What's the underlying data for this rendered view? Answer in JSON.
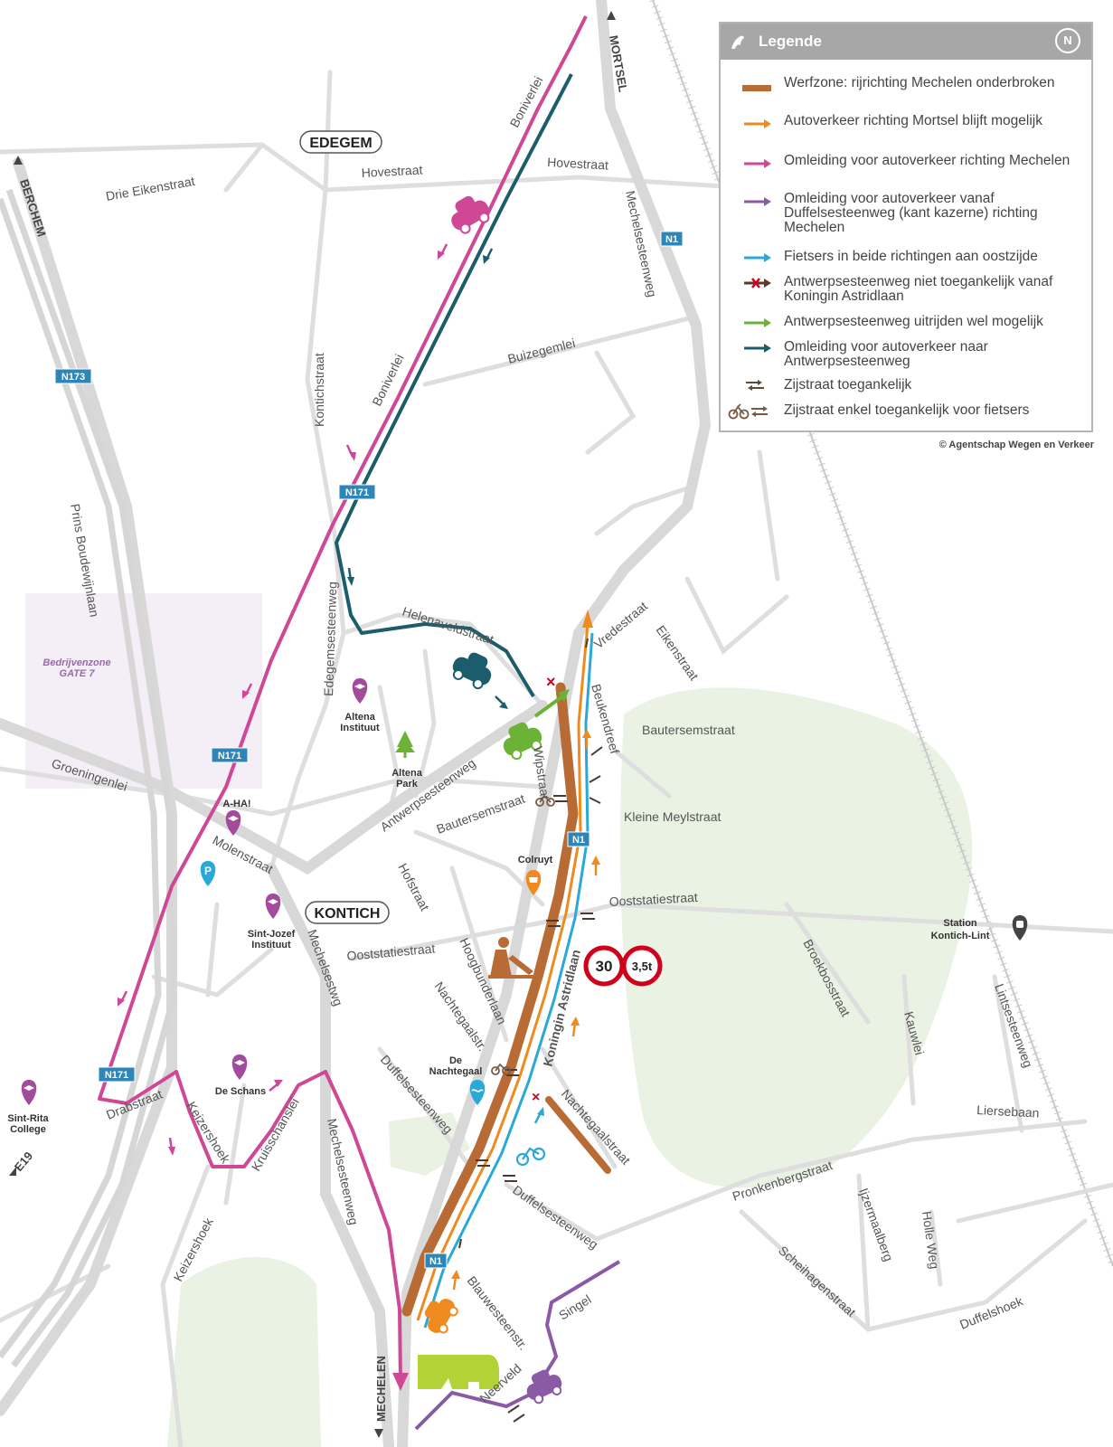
{
  "colors": {
    "worksite": "#b86b35",
    "car_to_mortsel": "#ef8a1e",
    "detour_to_mechelen": "#cf4896",
    "detour_from_duffel": "#8a5aa6",
    "cyclists": "#2aa8d8",
    "no_access": "#5a3a2a",
    "exit_possible": "#6ab336",
    "detour_to_antwerpsesteenweg": "#1b5d6a",
    "side_street": "#5a4a3a",
    "road": "#dcdcdc",
    "park": "#e9f2e3",
    "zone": "#f4eef6"
  },
  "legend": {
    "title": "Legende",
    "north": "N",
    "items": [
      {
        "label": "Werfzone: rijrichting Mechelen onderbroken",
        "symbol": "bar-worksite"
      },
      {
        "label": "Autoverkeer richting Mortsel blijft mogelijk",
        "symbol": "arrow-orange"
      },
      {
        "label": "Omleiding voor autoverkeer richting Mechelen",
        "symbol": "arrow-magenta"
      },
      {
        "label": "Omleiding voor autoverkeer vanaf Duffelsesteenweg (kant kazerne) richting Mechelen",
        "symbol": "arrow-purple"
      },
      {
        "label": "Fietsers in beide richtingen aan oostzijde",
        "symbol": "arrow-cyan"
      },
      {
        "label": "Antwerpsesteenweg niet toegankelijk vanaf Koningin Astridlaan",
        "symbol": "arrow-cross"
      },
      {
        "label": "Antwerpsesteenweg uitrijden wel mogelijk",
        "symbol": "arrow-green"
      },
      {
        "label": "Omleiding voor autoverkeer naar Antwerpsesteenweg",
        "symbol": "arrow-teal"
      },
      {
        "label": "Zijstraat toegankelijk",
        "symbol": "two-way-arrows"
      },
      {
        "label": "Zijstraat enkel toegankelijk voor fietsers",
        "symbol": "bike-two-way"
      }
    ]
  },
  "credit": "© Agentschap Wegen en Verkeer",
  "directions": {
    "mortsel": "MORTSEL",
    "berchem": "BERCHEM",
    "mechelen": "MECHELEN",
    "e19": "E19"
  },
  "towns": {
    "edegem": "EDEGEM",
    "kontich": "KONTICH"
  },
  "shields": {
    "n1": "N1",
    "n171": "N171",
    "n173": "N173"
  },
  "zone_label": {
    "line1": "Bedrijvenzone",
    "line2": "GATE 7"
  },
  "streets": {
    "drie_eikenstraat": "Drie Eikenstraat",
    "hovestraat": "Hovestraat",
    "boniverlei": "Boniverlei",
    "mechelsesteenweg": "Mechelsesteenweg",
    "buizegemlei": "Buizegemlei",
    "kontichstraat": "Kontichstraat",
    "prins_boudewijnlaan": "Prins Boudewijnlaan",
    "edegemsesteenweg": "Edegemsesteenweg",
    "helenaveldstraat": "Helenaveldstraat",
    "vredestraat": "Vredestraat",
    "eikenstraat": "Eikenstraat",
    "beukendreef": "Beukendreef",
    "bautersemstraat": "Bautersemstraat",
    "kleine_meylstraat": "Kleine Meylstraat",
    "groeningenlei": "Groeningenlei",
    "antwerpsesteenweg": "Antwerpsesteenweg",
    "wipstraat": "Wipstraat",
    "molenstraat": "Molenstraat",
    "hofstraat": "Hofstraat",
    "ooststatiestraat": "Ooststatiestraat",
    "mechelsestwg": "Mechelsestwg",
    "hoogbunderlaan": "Hoogbunderlaan",
    "koningin_astridlaan": "Koningin Astridlaan",
    "broekbosstraat": "Broekbosstraat",
    "kauwlei": "Kauwlei",
    "lintsesteenweg": "Lintsesteenweg",
    "nachtegaalstr": "Nachtegaalstr.",
    "nachtegaalstraat": "Nachtegaalstraat",
    "duffelsesteenweg": "Duffelsesteenweg",
    "liersebaan": "Liersebaan",
    "drabstraat": "Drabstraat",
    "keizershoek": "Keizershoek",
    "kruisschanslei": "Kruisschanslei",
    "pronkenbergstraat": "Pronkenbergstraat",
    "ijzermaalberg": "Ijzermaalberg",
    "holle_weg": "Holle Weg",
    "scheihagenstraat": "Scheihagenstraat",
    "duffelshoek": "Duffelshoek",
    "blauwesteenstr": "Blauwesteenstr.",
    "singel": "Singel",
    "neerveld": "Neerveld"
  },
  "places": {
    "altena_instituut": [
      "Altena",
      "Instituut"
    ],
    "altena_park": [
      "Altena",
      "Park"
    ],
    "aha": "A-HA!",
    "sint_jozef": [
      "Sint-Jozef",
      "Instituut"
    ],
    "de_schans": "De Schans",
    "sint_rita": [
      "Sint-Rita",
      "College"
    ],
    "colruyt": "Colruyt",
    "de_nachtegaal": [
      "De",
      "Nachtegaal"
    ],
    "station": [
      "Station",
      "Kontich-Lint"
    ]
  },
  "signs": {
    "speed": "30",
    "weight": "3,5t"
  }
}
